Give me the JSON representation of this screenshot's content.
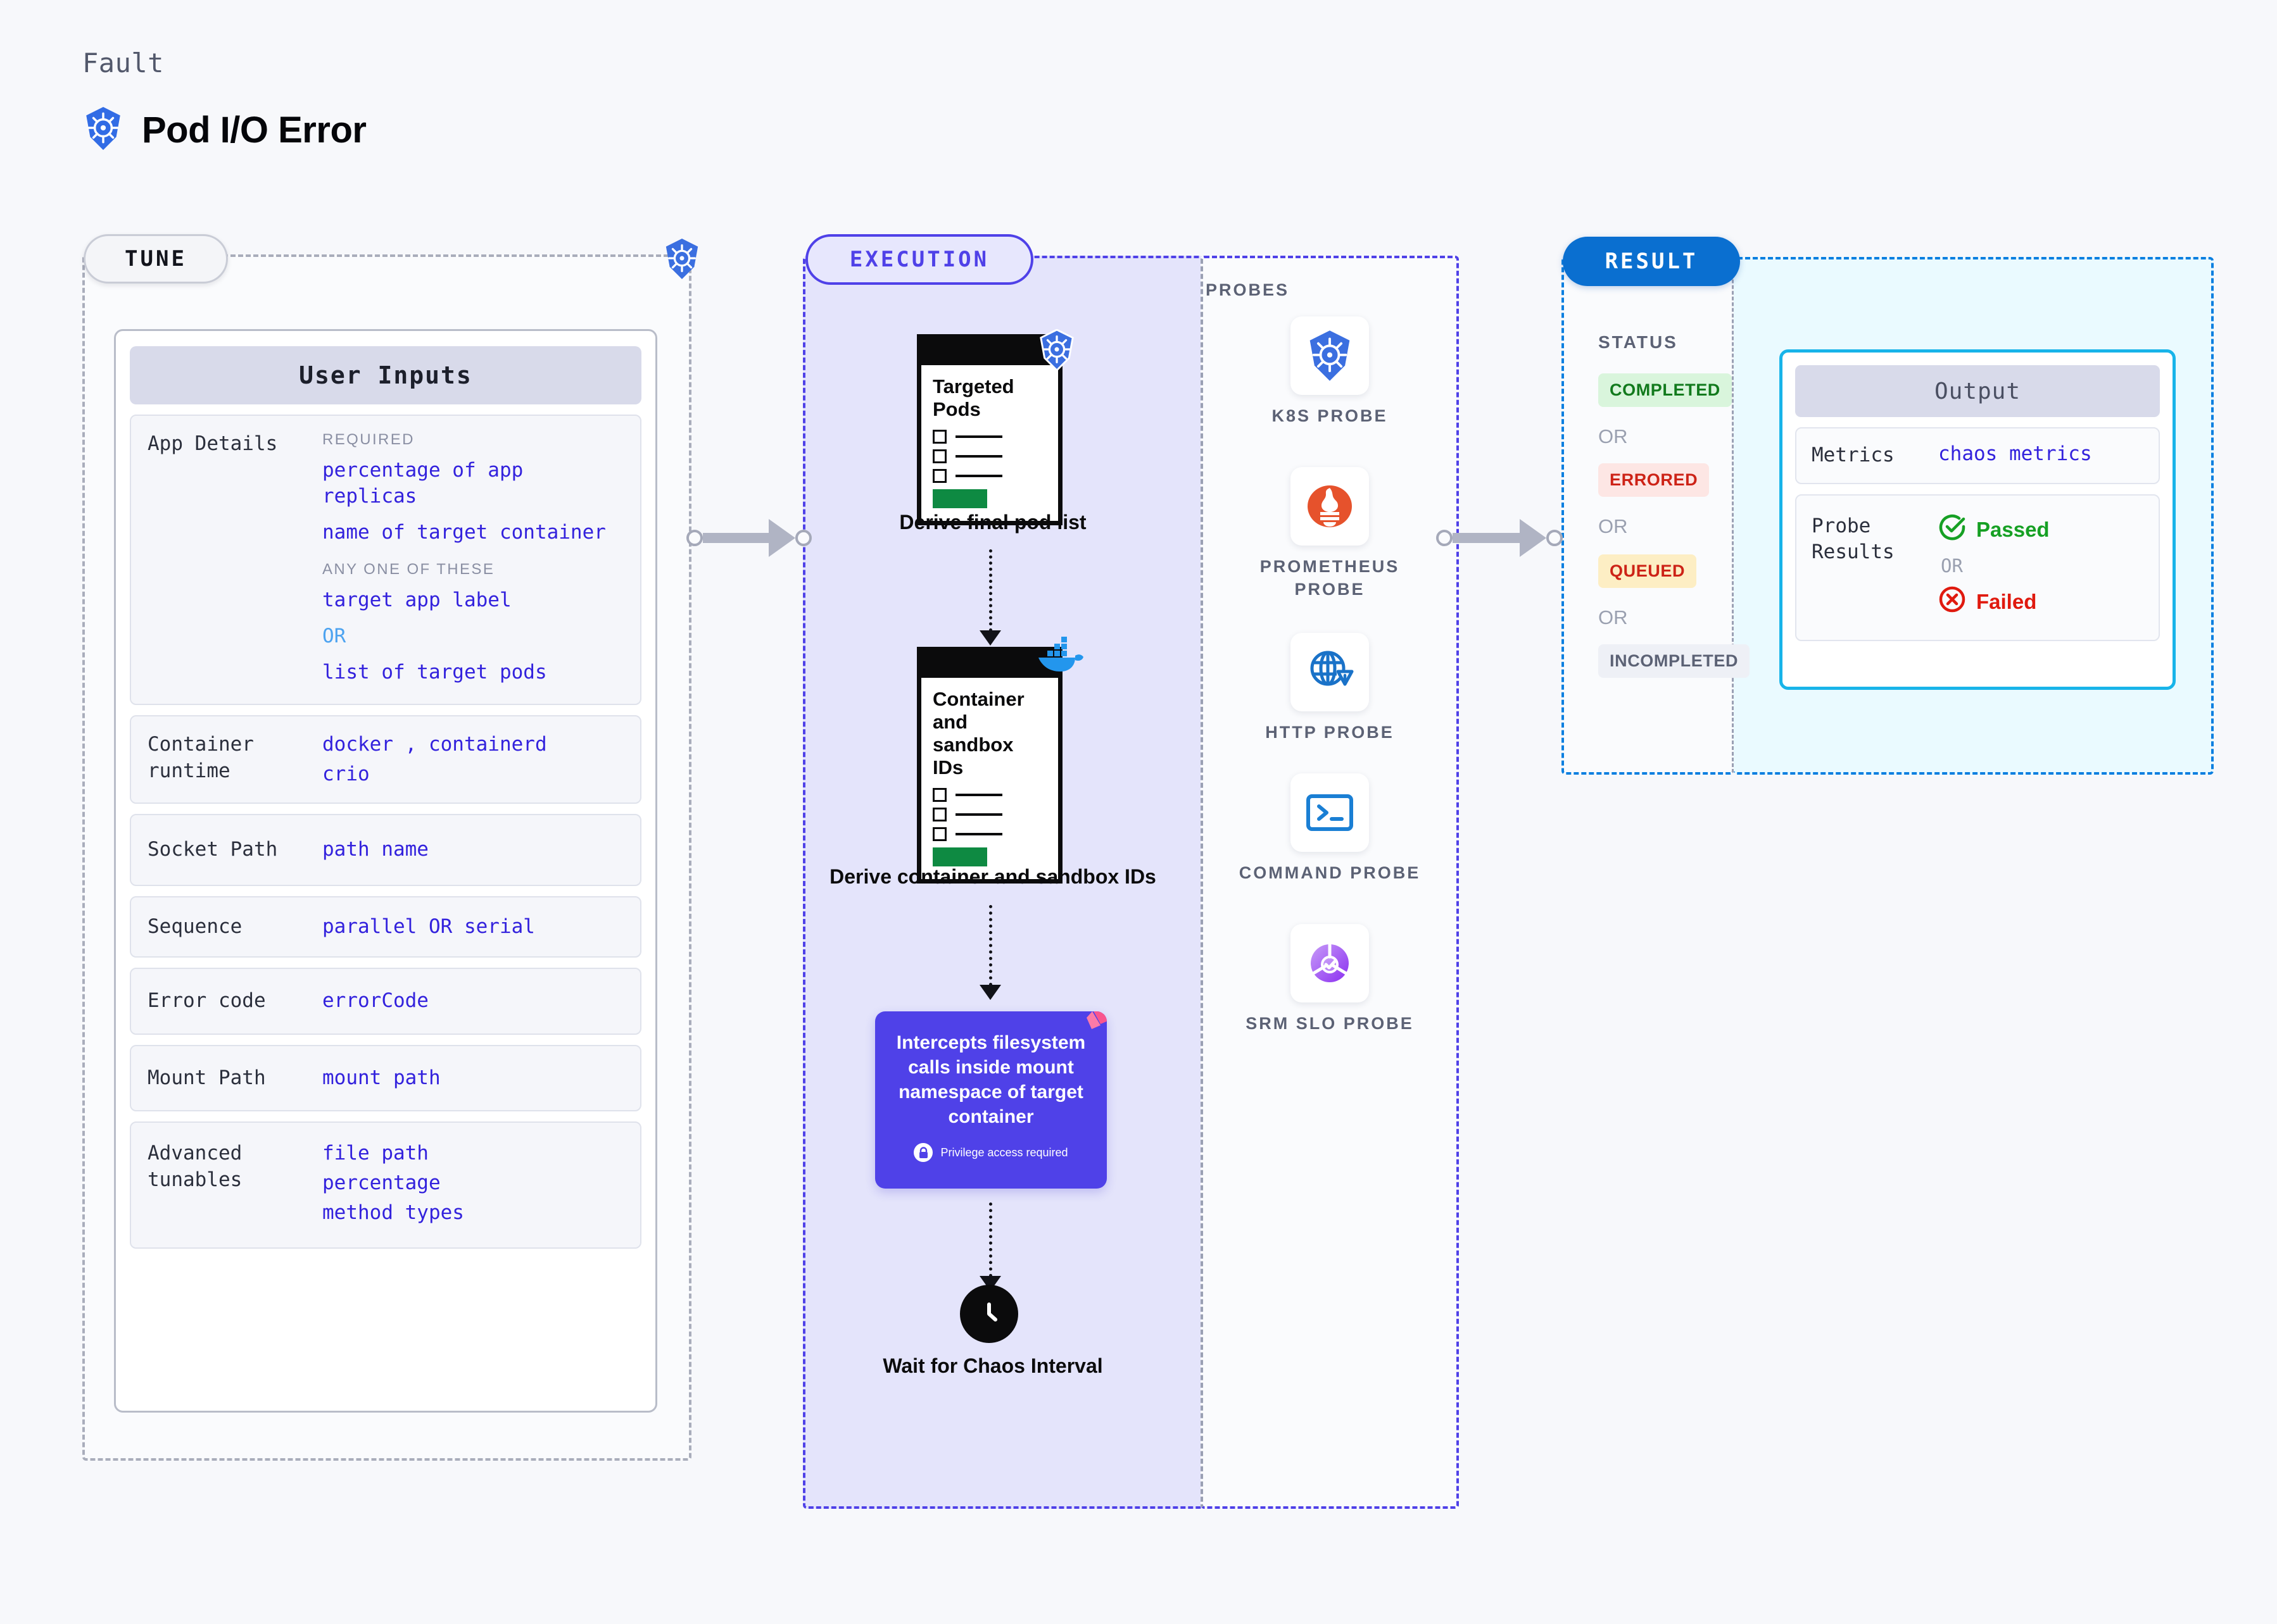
{
  "header": {
    "kicker": "Fault",
    "title": "Pod I/O Error",
    "logo_icon": "kubernetes-icon"
  },
  "colors": {
    "accent_indigo": "#4f41e8",
    "value_blue": "#3322dd",
    "or_blue": "#4da3f0",
    "result_blue": "#0a6fd0",
    "output_cyan": "#18b4e9",
    "pass_green": "#16a024",
    "fail_red": "#e01a0f",
    "k8s_blue": "#326ce5",
    "prometheus_orange": "#e6522c",
    "docker_blue": "#2396ed"
  },
  "tune": {
    "tab_label": "TUNE",
    "badge_icon": "kubernetes-icon",
    "card_title": "User Inputs",
    "rows": [
      {
        "key": "App Details",
        "groups": [
          {
            "caption": "REQUIRED",
            "values": [
              "percentage of app replicas",
              "name of target container"
            ]
          },
          {
            "caption": "ANY ONE OF THESE",
            "values": [
              "target app label",
              "OR",
              "list of target pods"
            ]
          }
        ]
      },
      {
        "key": "Container runtime",
        "values": [
          "docker , containerd",
          "crio"
        ]
      },
      {
        "key": "Socket Path",
        "values": [
          "path name"
        ]
      },
      {
        "key": "Sequence",
        "values": [
          "parallel OR serial"
        ]
      },
      {
        "key": "Error code",
        "values": [
          "errorCode"
        ]
      },
      {
        "key": "Mount Path",
        "values": [
          "mount path"
        ]
      },
      {
        "key": "Advanced tunables",
        "values": [
          "file path",
          "percentage",
          "method types"
        ]
      }
    ]
  },
  "execution": {
    "tab_label": "EXECUTION",
    "nodes": [
      {
        "doc_title": "Targeted Pods",
        "badge_icon": "kubernetes-icon",
        "caption": "Derive final pod list"
      },
      {
        "doc_title": "Container and sandbox IDs",
        "badge_icon": "docker-icon",
        "caption": "Derive container and sandbox IDs"
      }
    ],
    "action_box": {
      "text": "Intercepts filesystem calls inside mount namespace of target container",
      "privilege_note": "Privilege access required",
      "lock_icon": "lock-icon",
      "corner_icon": "litmus-icon"
    },
    "wait_node": {
      "icon": "clock-icon",
      "caption": "Wait for Chaos Interval"
    }
  },
  "probes": {
    "title": "PROBES",
    "items": [
      {
        "name": "K8S PROBE",
        "icon": "kubernetes-icon"
      },
      {
        "name": "PROMETHEUS PROBE",
        "icon": "prometheus-icon"
      },
      {
        "name": "HTTP PROBE",
        "icon": "globe-warning-icon"
      },
      {
        "name": "COMMAND PROBE",
        "icon": "terminal-icon"
      },
      {
        "name": "SRM SLO PROBE",
        "icon": "slo-check-icon"
      }
    ]
  },
  "result": {
    "tab_label": "RESULT",
    "status_title": "STATUS",
    "statuses": [
      "COMPLETED",
      "ERRORED",
      "QUEUED",
      "INCOMPLETED"
    ],
    "or_label": "OR",
    "output": {
      "card_title": "Output",
      "metrics_key": "Metrics",
      "metrics_value": "chaos metrics",
      "probe_results_key": "Probe Results",
      "passed_label": "Passed",
      "failed_label": "Failed",
      "or_label": "OR",
      "pass_icon": "check-circle-icon",
      "fail_icon": "x-circle-icon"
    }
  }
}
